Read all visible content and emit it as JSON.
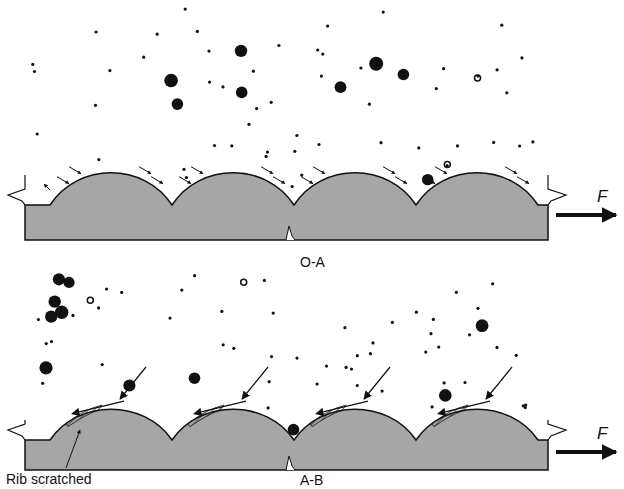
{
  "diagram": {
    "labels": [
      "F",
      "O-A",
      "F",
      "Rib scratched",
      "A-B"
    ]
  }
}
